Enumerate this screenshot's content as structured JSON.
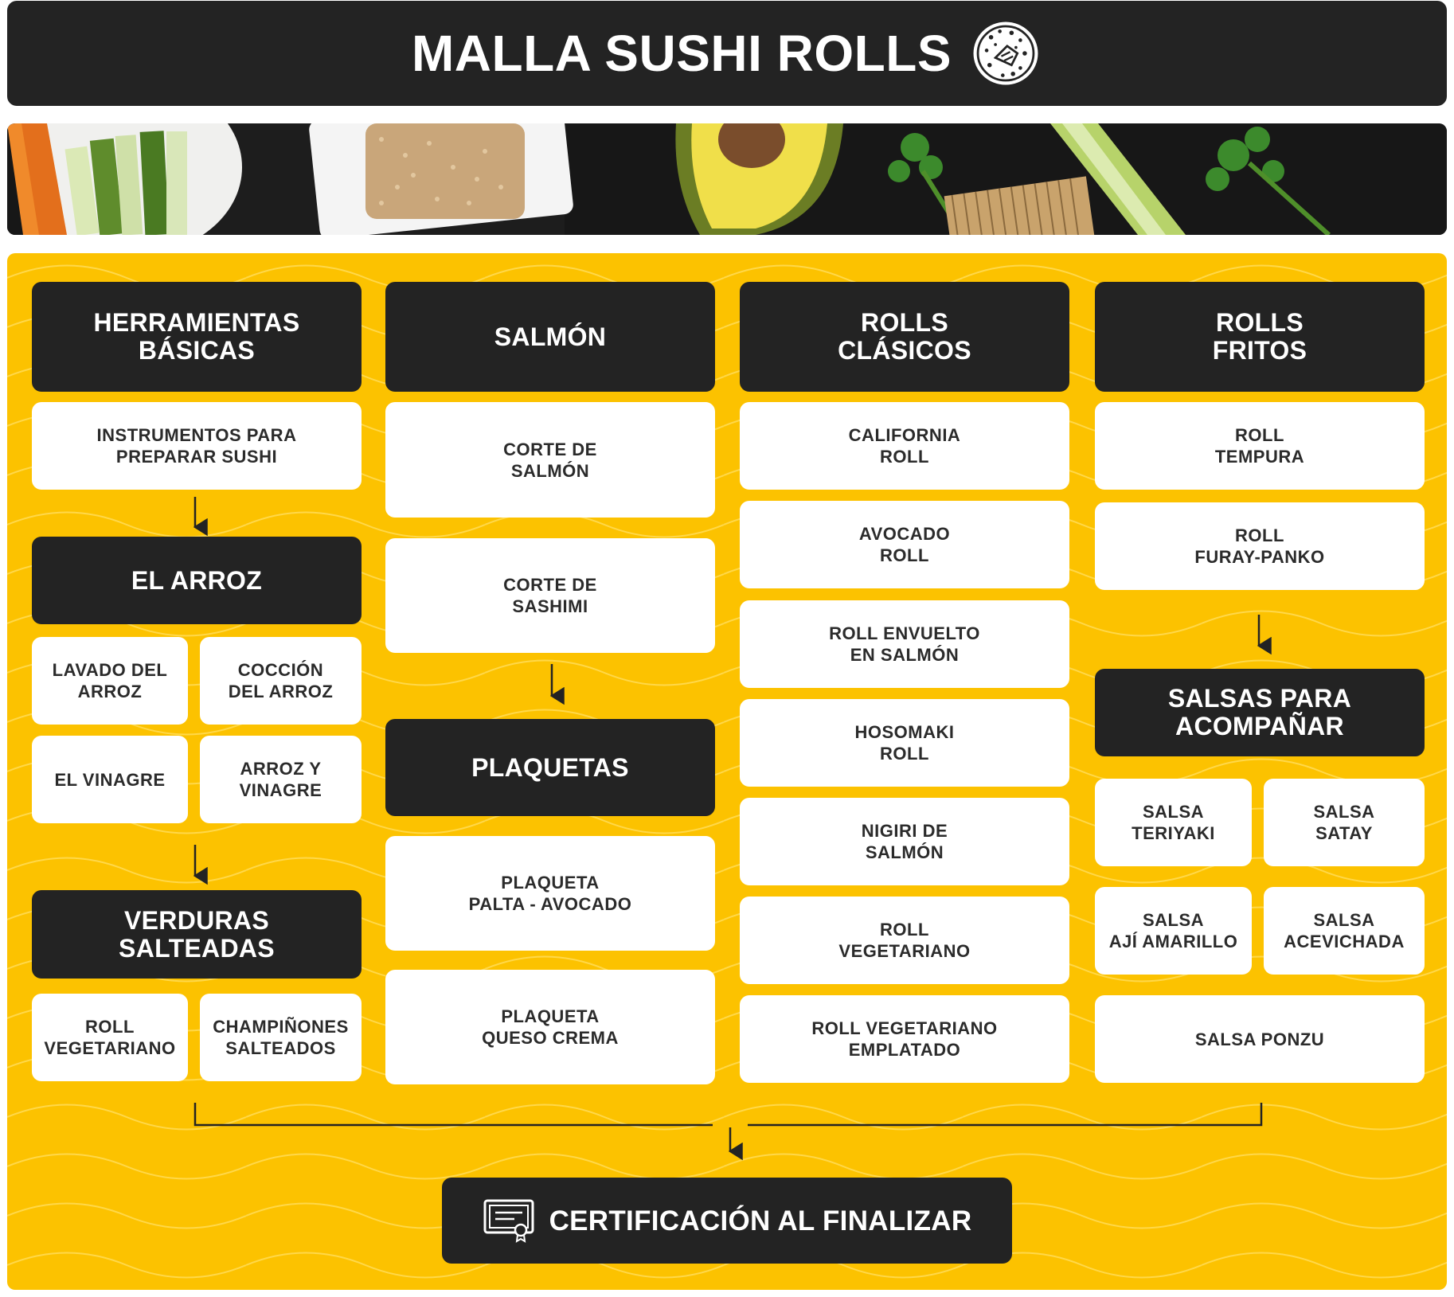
{
  "header": {
    "title": "MALLA SUSHI ROLLS",
    "icon": "sushi-roll-icon"
  },
  "banner": {
    "icon": "ingredients-photo"
  },
  "colors": {
    "accent": "#FCC200",
    "dark": "#232323",
    "card": "#FFFFFF"
  },
  "columns": {
    "herramientas": {
      "title": "HERRAMIENTAS\nBÁSICAS",
      "items": [
        "INSTRUMENTOS PARA\nPREPARAR SUSHI"
      ],
      "arroz": {
        "title": "EL ARROZ",
        "items": [
          "LAVADO DEL\nARROZ",
          "COCCIÓN\nDEL ARROZ",
          "EL VINAGRE",
          "ARROZ Y\nVINAGRE"
        ]
      },
      "verduras": {
        "title": "VERDURAS\nSALTEADAS",
        "items": [
          "ROLL\nVEGETARIANO",
          "CHAMPIÑONES\nSALTEADOS"
        ]
      }
    },
    "salmon": {
      "title": "SALMÓN",
      "items": [
        "CORTE DE\nSALMÓN",
        "CORTE DE\nSASHIMI"
      ],
      "plaquetas": {
        "title": "PLAQUETAS",
        "items": [
          "PLAQUETA\nPALTA - AVOCADO",
          "PLAQUETA\nQUESO CREMA"
        ]
      }
    },
    "clasicos": {
      "title": "ROLLS\nCLÁSICOS",
      "items": [
        "CALIFORNIA\nROLL",
        "AVOCADO\nROLL",
        "ROLL ENVUELTO\nEN SALMÓN",
        "HOSOMAKI\nROLL",
        "NIGIRI DE\nSALMÓN",
        "ROLL\nVEGETARIANO",
        "ROLL VEGETARIANO\nEMPLATADO"
      ]
    },
    "fritos": {
      "title": "ROLLS\nFRITOS",
      "items": [
        "ROLL\nTEMPURA",
        "ROLL\nFURAY-PANKO"
      ],
      "salsas": {
        "title": "SALSAS PARA\nACOMPAÑAR",
        "items": [
          "SALSA\nTERIYAKI",
          "SALSA\nSATAY",
          "SALSA\nAJÍ AMARILLO",
          "SALSA\nACEVICHADA",
          "SALSA PONZU"
        ]
      }
    }
  },
  "footer": {
    "label": "CERTIFICACIÓN AL FINALIZAR",
    "icon": "certificate-icon"
  }
}
